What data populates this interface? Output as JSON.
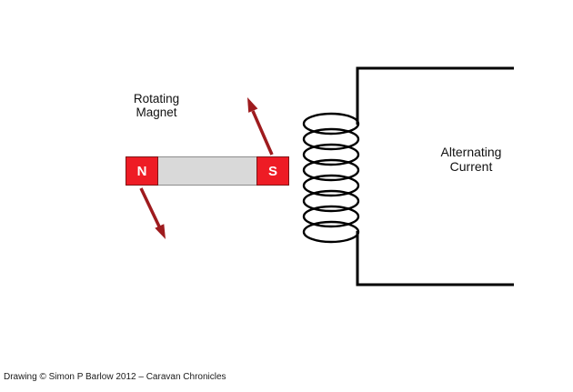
{
  "labels": {
    "rotating_magnet": "Rotating\nMagnet",
    "alternating_current": "Alternating\nCurrent"
  },
  "magnet": {
    "north_label": "N",
    "south_label": "S"
  },
  "caption": {
    "text": "Drawing © Simon P Barlow 2012 – Caravan Chronicles"
  },
  "colors": {
    "magnet_red": "#ee1c25",
    "magnet_bar_gray": "#d9d9d9",
    "arrow_red": "#9e1b1e",
    "wire_black": "#000000",
    "background": "#ffffff"
  }
}
